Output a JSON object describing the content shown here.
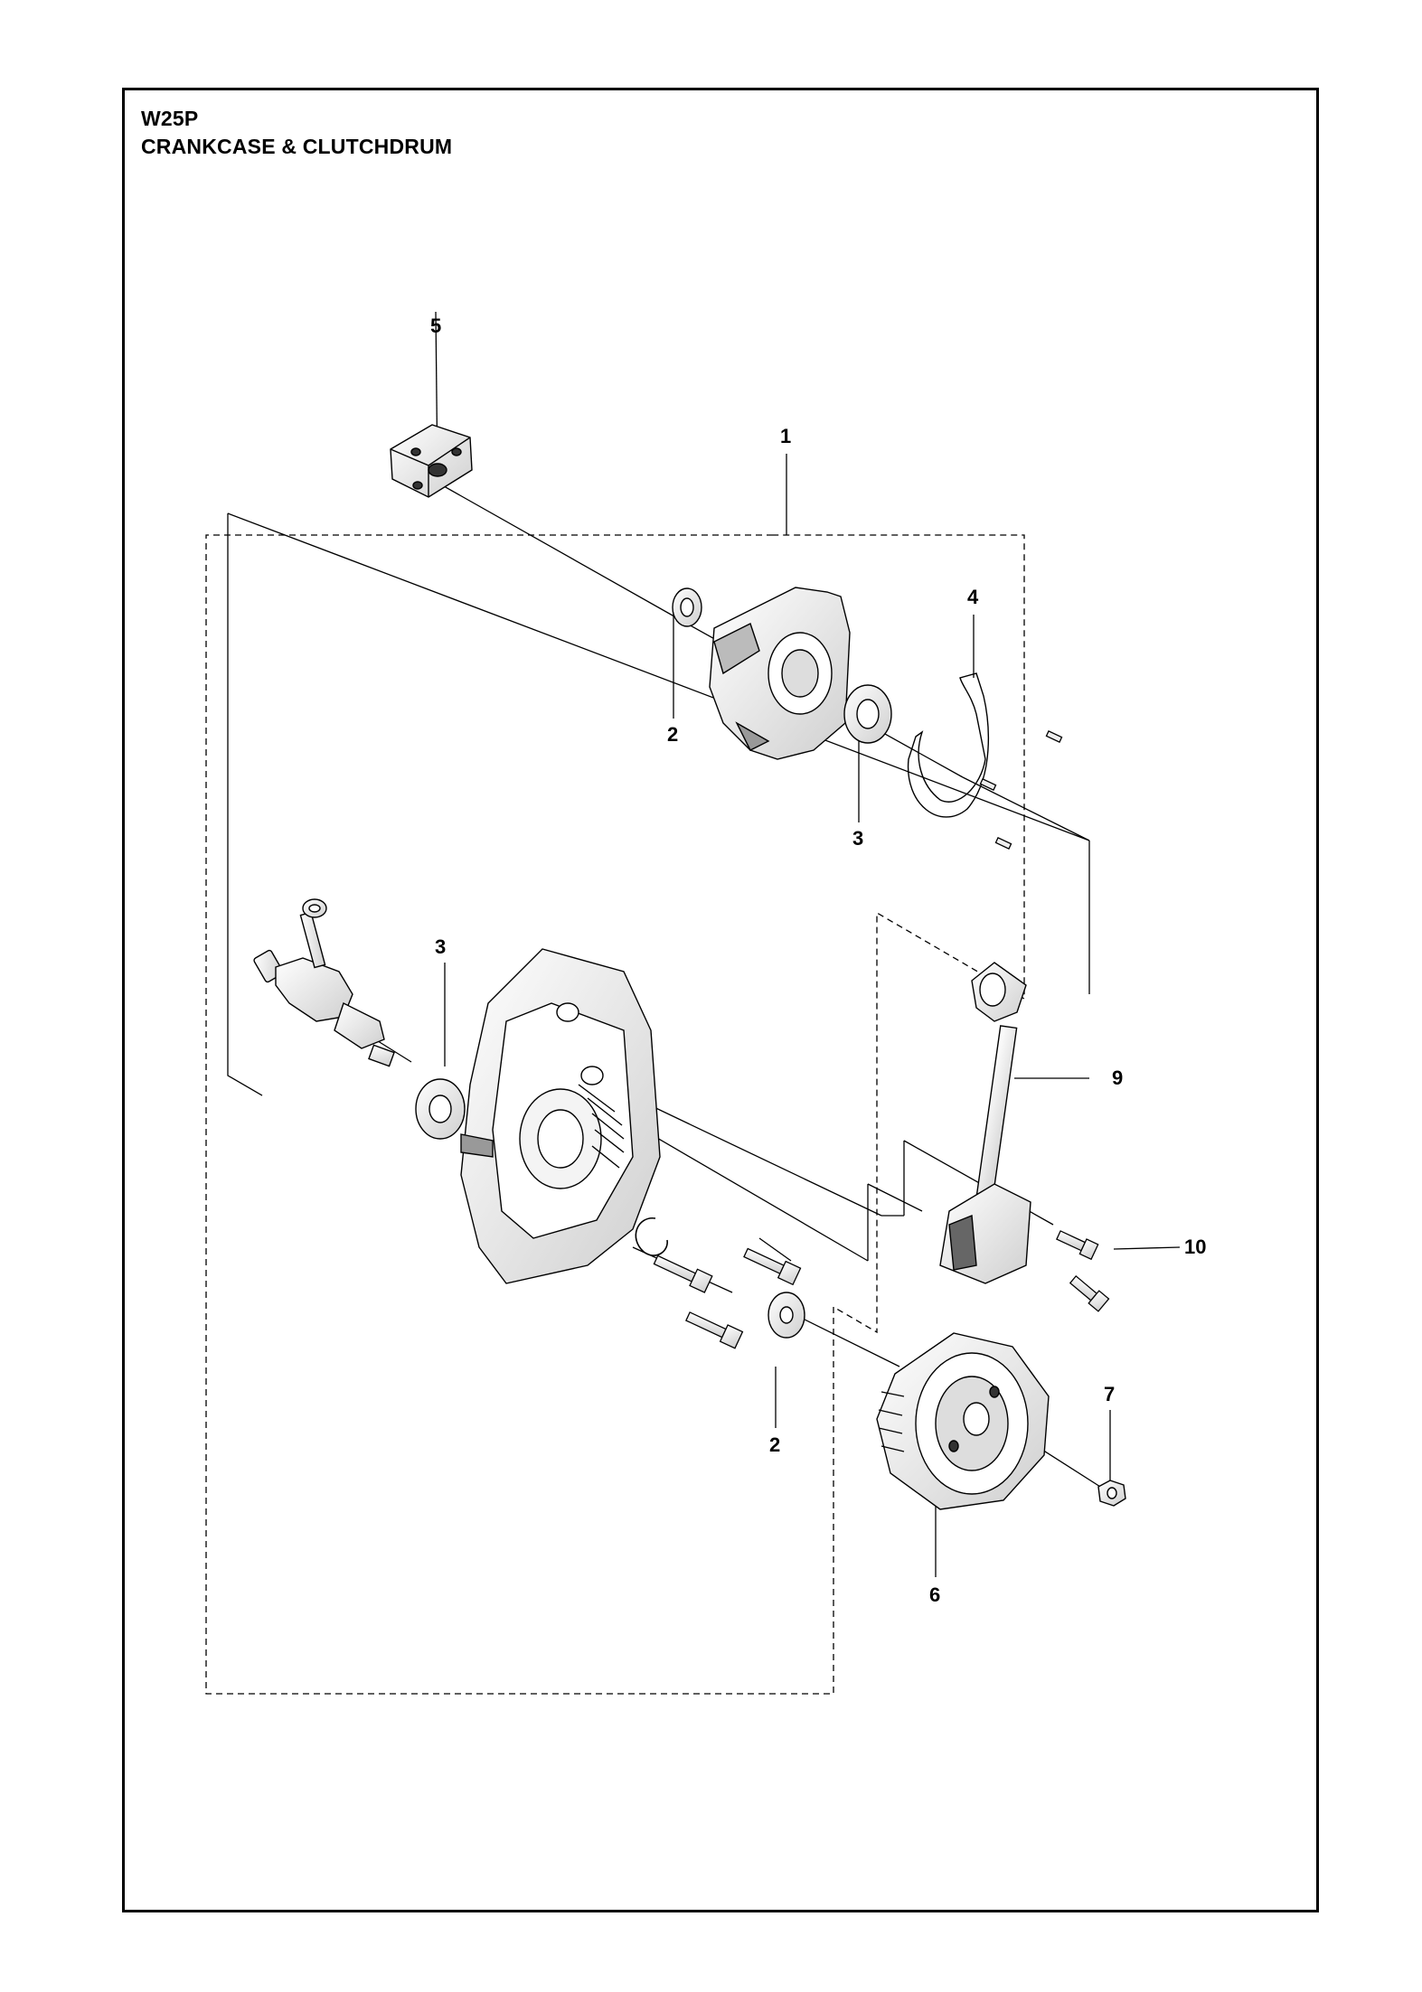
{
  "header": {
    "model": "W25P",
    "section_title": "CRANKCASE & CLUTCHDRUM"
  },
  "callouts": {
    "c1": "1",
    "c2a": "2",
    "c2b": "2",
    "c3a": "3",
    "c3b": "3",
    "c4": "4",
    "c5": "5",
    "c6": "6",
    "c7": "7",
    "c9": "9",
    "c10": "10"
  },
  "colors": {
    "ink": "#000000",
    "paper": "#ffffff",
    "shade": "#555555"
  }
}
